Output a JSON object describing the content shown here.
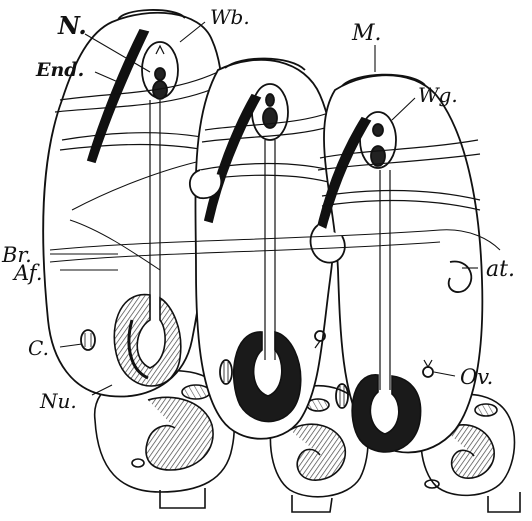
{
  "figure": {
    "labels": {
      "N": "N.",
      "Wb": "Wb.",
      "M": "M.",
      "End": "End.",
      "Wg": "Wg.",
      "Br": "Br.",
      "at": "at.",
      "Af": "Af.",
      "C": "C.",
      "Ov": "Ov.",
      "Nu": "Nu."
    },
    "colors": {
      "ink": "#111111",
      "paper": "#ffffff",
      "hatch": "#444444"
    }
  }
}
